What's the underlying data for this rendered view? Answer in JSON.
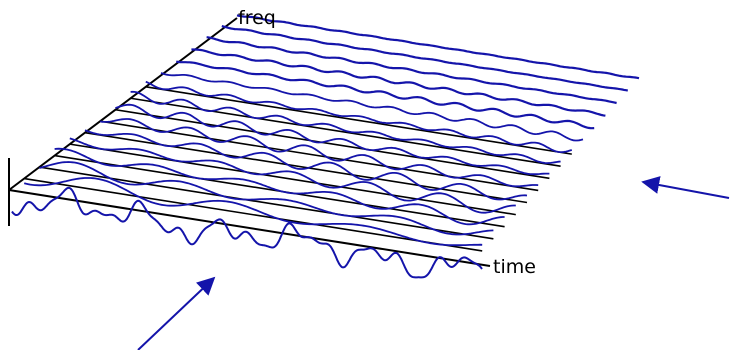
{
  "diagram": {
    "labels": {
      "freq": "freq",
      "time": "time"
    },
    "colors": {
      "axis": "#000000",
      "wave": "#1414aa",
      "arrow": "#1414aa"
    },
    "arrows": [
      {
        "name": "bottom-left-arrow",
        "direction": "up-right"
      },
      {
        "name": "right-arrow",
        "direction": "left"
      }
    ]
  }
}
